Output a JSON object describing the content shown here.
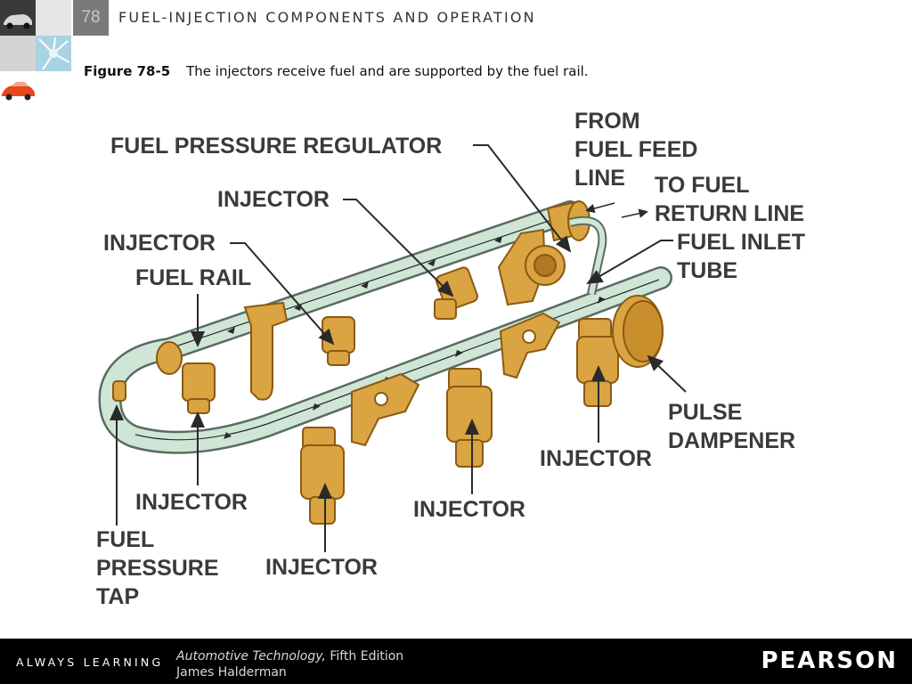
{
  "header": {
    "chapter_number": "78",
    "chapter_title": "FUEL-INJECTION COMPONENTS AND OPERATION"
  },
  "caption": {
    "figure_label": "Figure 78-5",
    "text": "The injectors receive fuel and are supported by the fuel rail."
  },
  "diagram": {
    "labels": {
      "fuel_pressure_regulator": "FUEL PRESSURE REGULATOR",
      "from_fuel_feed_line_1": "FROM",
      "from_fuel_feed_line_2": "FUEL FEED",
      "from_fuel_feed_line_3": "LINE",
      "to_fuel_return_line_1": "TO FUEL",
      "to_fuel_return_line_2": "RETURN LINE",
      "fuel_inlet_tube_1": "FUEL INLET",
      "fuel_inlet_tube_2": "TUBE",
      "injector_top": "INJECTOR",
      "injector_left": "INJECTOR",
      "fuel_rail": "FUEL RAIL",
      "pulse_dampener_1": "PULSE",
      "pulse_dampener_2": "DAMPENER",
      "injector_right": "INJECTOR",
      "injector_center": "INJECTOR",
      "injector_bottom_left": "INJECTOR",
      "injector_bottom": "INJECTOR",
      "fuel_pressure_tap_1": "FUEL",
      "fuel_pressure_tap_2": "PRESSURE",
      "fuel_pressure_tap_3": "TAP"
    }
  },
  "footer": {
    "tagline": "ALWAYS LEARNING",
    "book_title": "Automotive Technology,",
    "edition": " Fifth Edition",
    "author": "James Halderman",
    "publisher": "PEARSON"
  },
  "colors": {
    "rail_fill": "#cfe6d6",
    "rail_outline": "#5a6b60",
    "brass": "#d9a441",
    "brass_dark": "#8a5a12",
    "label_text": "#3a3a3a"
  },
  "icons": [
    "car-thumbnail-icon",
    "turbine-thumbnail-icon",
    "red-car-thumbnail-icon"
  ]
}
